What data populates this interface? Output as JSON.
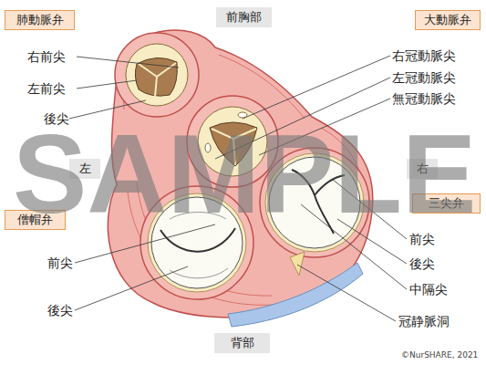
{
  "diagram": {
    "nodes": [
      {
        "text": [
          "肺動脈弁"
        ]
      },
      {
        "text": [
          "前胸部"
        ]
      },
      {
        "text": [
          "大動脈弁"
        ]
      },
      {
        "text": [
          "左"
        ]
      },
      {
        "text": [
          "右"
        ]
      },
      {
        "text": [
          "三尖弁"
        ]
      },
      {
        "text": [
          "僧帽弁"
        ]
      },
      {
        "text": [
          "背部"
        ]
      }
    ],
    "labels": [
      "右前尖",
      "左前尖",
      "後尖",
      "右冠動脈尖",
      "左冠動脈尖",
      "無冠動脈尖",
      "前尖",
      "後尖",
      "前尖",
      "後尖",
      "中隔尖",
      "冠静脈洞",
      "SAMPLE",
      "©NurSHARE, 2021"
    ]
  }
}
